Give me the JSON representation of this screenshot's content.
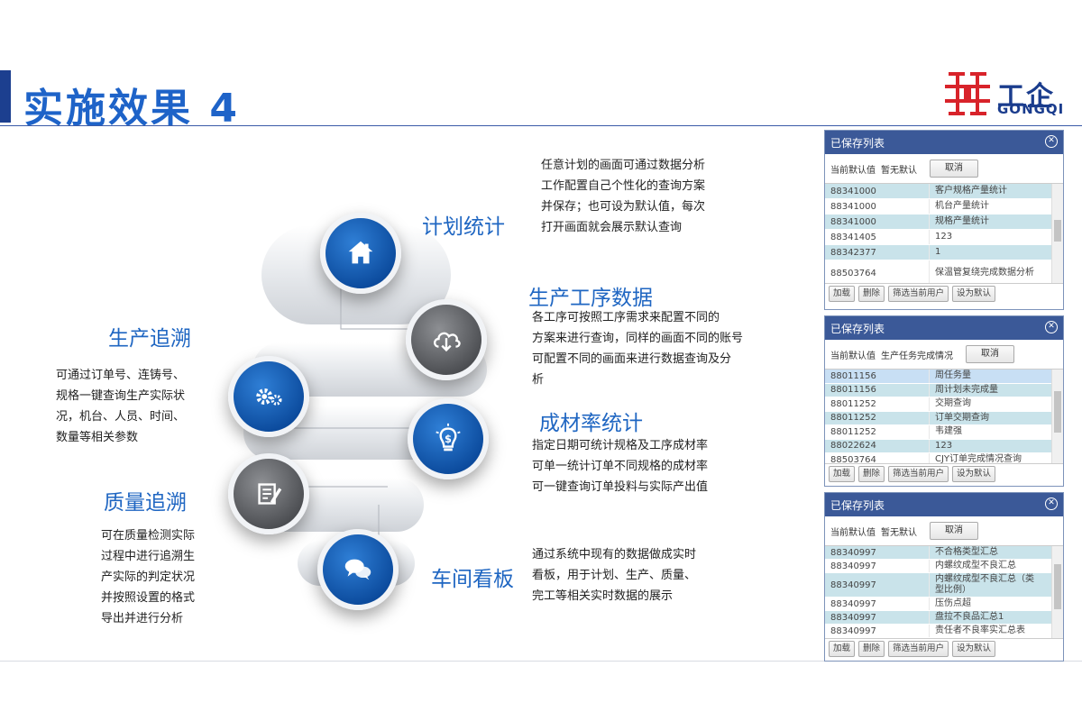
{
  "header": {
    "title": "实施效果 4"
  },
  "logo": {
    "cn": "工企",
    "en": "GONGQI"
  },
  "features": [
    {
      "title": "计划统计",
      "desc": [
        "任意计划的画面可通过数据分析",
        "工作配置自己个性化的查询方案",
        "并保存；也可设为默认值，每次",
        "打开画面就会展示默认查询"
      ]
    },
    {
      "title": "生产工序数据",
      "desc": [
        "各工序可按照工序需求来配置不同的",
        "方案来进行查询，同样的画面不同的账号",
        "可配置不同的画面来进行数据查询及分",
        "析"
      ]
    },
    {
      "title": "生产追溯",
      "desc": [
        "可通过订单号、连铸号、",
        "规格一键查询生产实际状",
        "况，机台、人员、时间、",
        "数量等相关参数"
      ]
    },
    {
      "title": "成材率统计",
      "desc": [
        "指定日期可统计规格及工序成材率",
        "可单一统计订单不同规格的成材率",
        "可一键查询订单投料与实际产出值"
      ]
    },
    {
      "title": "质量追溯",
      "desc": [
        "可在质量检测实际",
        "过程中进行追溯生",
        "产实际的判定状况",
        "并按照设置的格式",
        "导出并进行分析"
      ]
    },
    {
      "title": "车间看板",
      "desc": [
        "通过系统中现有的数据做成实时",
        "看板，用于计划、生产、质量、",
        "完工等相关实时数据的展示"
      ]
    }
  ],
  "icons": [
    "home-icon",
    "cloud-download-icon",
    "gears-icon",
    "dollar-bulb-icon",
    "edit-document-icon",
    "chat-bubbles-icon"
  ],
  "panels": [
    {
      "title": "已保存列表",
      "default_label": "当前默认值",
      "default_value": "暂无默认",
      "cancel": "取消",
      "rows": [
        [
          "88341000",
          "客户规格产量统计"
        ],
        [
          "88341000",
          "机台产量统计"
        ],
        [
          "88341000",
          "规格产量统计"
        ],
        [
          "88341405",
          "123"
        ],
        [
          "88342377",
          "1"
        ],
        [
          "88503764",
          "保温管复绕完成数据分析"
        ]
      ],
      "buttons": [
        "加载",
        "删除",
        "筛选当前用户",
        "设为默认"
      ]
    },
    {
      "title": "已保存列表",
      "default_label": "当前默认值",
      "default_value": "生产任务完成情况",
      "cancel": "取消",
      "rows": [
        [
          "88011156",
          "周任务量"
        ],
        [
          "88011156",
          "周计划未完成量"
        ],
        [
          "88011252",
          "交期查询"
        ],
        [
          "88011252",
          "订单交期查询"
        ],
        [
          "88011252",
          "韦建强"
        ],
        [
          "88022624",
          "123"
        ],
        [
          "88503764",
          "CJY订单完成情况查询"
        ]
      ],
      "buttons": [
        "加载",
        "删除",
        "筛选当前用户",
        "设为默认"
      ]
    },
    {
      "title": "已保存列表",
      "default_label": "当前默认值",
      "default_value": "暂无默认",
      "cancel": "取消",
      "rows": [
        [
          "88340997",
          "不合格类型汇总"
        ],
        [
          "88340997",
          "内螺纹成型不良汇总"
        ],
        [
          "88340997",
          "内螺纹成型不良汇总（类型比例）"
        ],
        [
          "88340997",
          "压伤点超"
        ],
        [
          "88340997",
          "盘拉不良品汇总1"
        ],
        [
          "88340997",
          "责任者不良率实汇总表"
        ]
      ],
      "buttons": [
        "加载",
        "删除",
        "筛选当前用户",
        "设为默认"
      ]
    }
  ]
}
